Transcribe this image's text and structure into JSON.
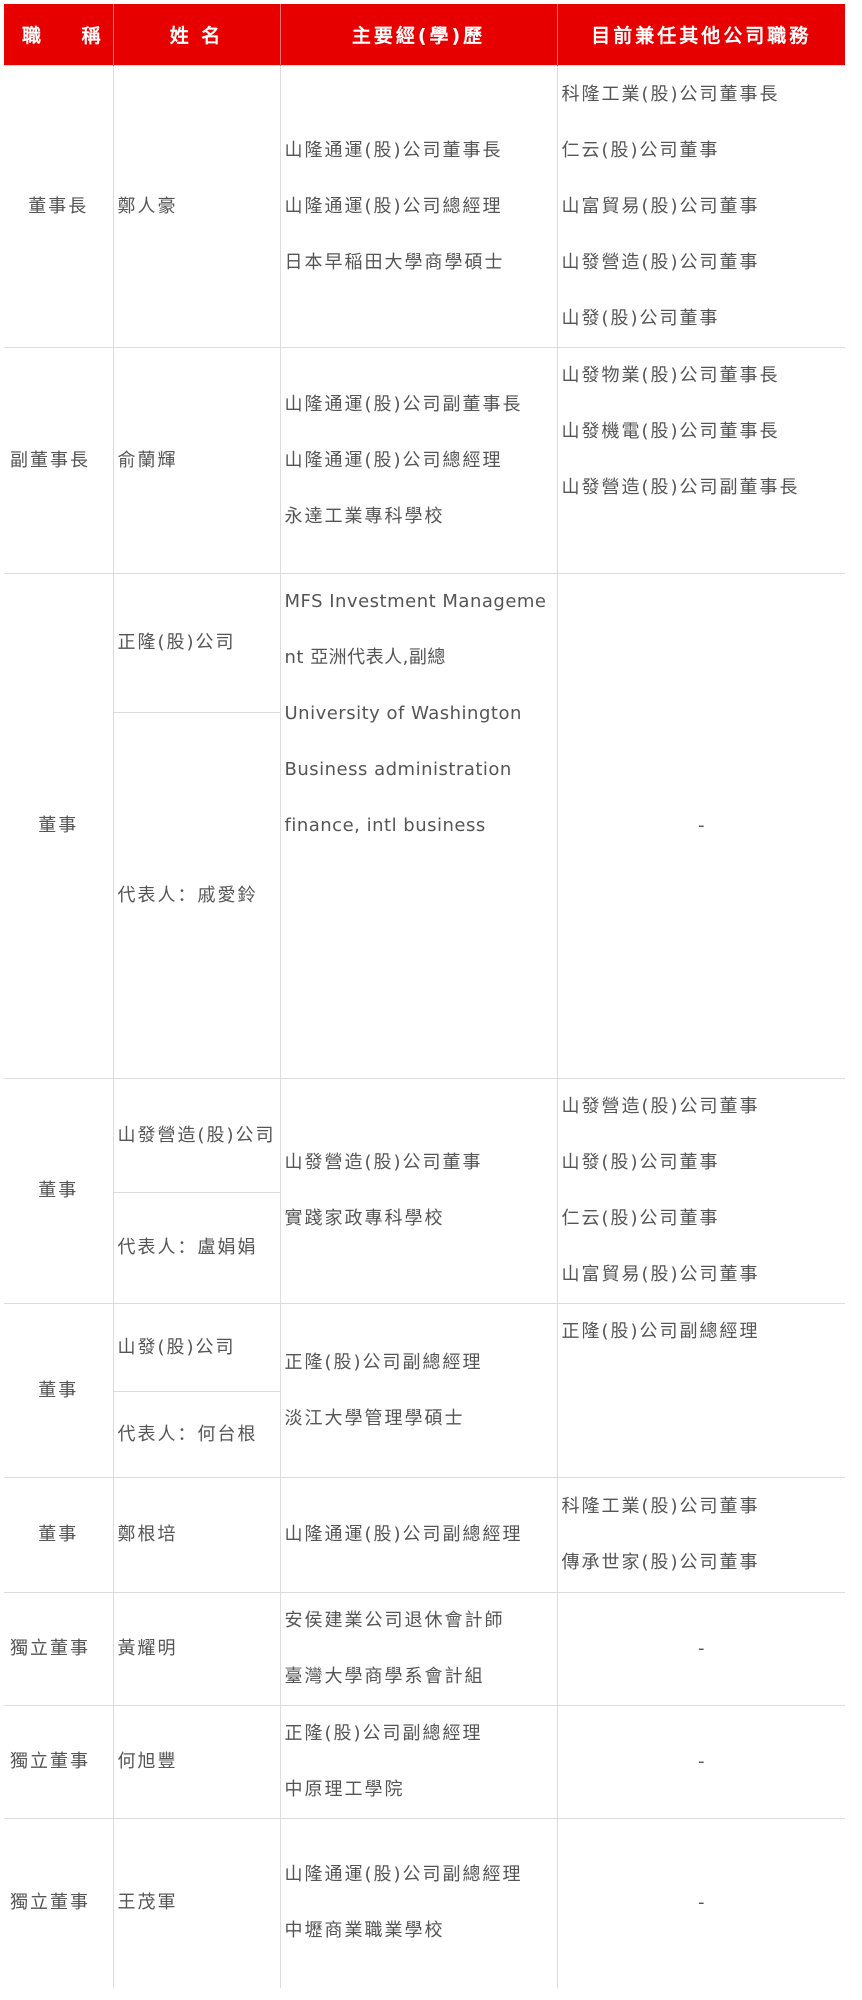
{
  "header": {
    "title": "職 稱",
    "name": "姓 名",
    "experience": "主要經(學)歷",
    "other_positions": "目前兼任其他公司職務"
  },
  "colors": {
    "header_bg": "#e60000",
    "header_text": "#ffffff",
    "body_text": "#555555",
    "grid": "#dcdcdc"
  },
  "rows": [
    {
      "title": "董事長",
      "name": "鄭人豪",
      "experience": [
        "山隆通運(股)公司董事長",
        "山隆通運(股)公司總經理",
        "日本早稲田大學商學碩士"
      ],
      "other_positions": [
        "科隆工業(股)公司董事長",
        "仁云(股)公司董事",
        "山富貿易(股)公司董事",
        "山發營造(股)公司董事",
        "山發(股)公司董事"
      ]
    },
    {
      "title": "副董事長",
      "name": "俞蘭輝",
      "experience": [
        "山隆通運(股)公司副董事長",
        "山隆通運(股)公司總經理",
        "永達工業專科學校"
      ],
      "other_positions": [
        "山發物業(股)公司董事長",
        "山發機電(股)公司董事長",
        "山發營造(股)公司副董事長"
      ]
    },
    {
      "title": "董事",
      "name": "正隆(股)公司",
      "representative": "代表人：戚愛鈴",
      "experience": [
        "MFS Investment Management 亞洲代表人,副總",
        "University of Washington",
        "Business administration",
        "finance, intl business"
      ],
      "other_positions": [
        "-"
      ]
    },
    {
      "title": "董事",
      "name": "山發營造(股)公司",
      "representative": "代表人：盧娟娟",
      "experience": [
        "山發營造(股)公司董事",
        "實踐家政專科學校"
      ],
      "other_positions": [
        "山發營造(股)公司董事",
        "山發(股)公司董事",
        "仁云(股)公司董事",
        "山富貿易(股)公司董事"
      ]
    },
    {
      "title": "董事",
      "name": "山發(股)公司",
      "representative": "代表人：何台根",
      "experience": [
        "正隆(股)公司副總經理",
        "淡江大學管理學碩士"
      ],
      "other_positions": [
        "正隆(股)公司副總經理"
      ]
    },
    {
      "title": "董事",
      "name": "鄭根培",
      "experience": [
        "山隆通運(股)公司副總經理"
      ],
      "other_positions": [
        "科隆工業(股)公司董事",
        "傳承世家(股)公司董事"
      ]
    },
    {
      "title": "獨立董事",
      "name": "黃耀明",
      "experience": [
        "安侯建業公司退休會計師",
        "臺灣大學商學系會計組"
      ],
      "other_positions": [
        "-"
      ]
    },
    {
      "title": "獨立董事",
      "name": "何旭豐",
      "experience": [
        "正隆(股)公司副總經理",
        "中原理工學院"
      ],
      "other_positions": [
        "-"
      ]
    },
    {
      "title": "獨立董事",
      "name": "王茂軍",
      "experience": [
        "山隆通運(股)公司副總經理",
        "中壢商業職業學校"
      ],
      "other_positions": [
        "-"
      ]
    }
  ]
}
